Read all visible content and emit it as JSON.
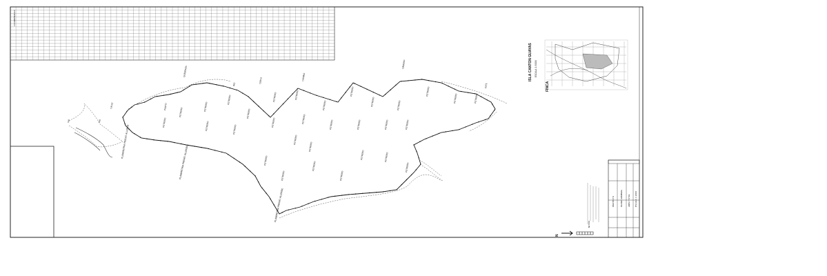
{
  "drawing": {
    "table_header": "COORDENADAS",
    "north_mark": "N",
    "parcel_labels": [
      "PUNTO",
      "POTRERO",
      "POTRERO",
      "POTRERO",
      "POTRERO",
      "POTRERO",
      "POTRERO",
      "POTRERO",
      "POTRERO",
      "POTRERO",
      "POTRERO",
      "POTRERO",
      "POTRERO",
      "POTRERO",
      "POTRERO",
      "POTRERO",
      "POTRERO",
      "POTRERO",
      "POTRERO",
      "POTRERO",
      "POTRERO",
      "POTRERO",
      "POTRERO"
    ],
    "river_labels": [
      "VIA",
      "CALLE",
      "QUEBRADA",
      "RIO",
      "CERCA",
      "CAMINO",
      "LINDERO",
      "ESTE",
      "VIA"
    ],
    "boundary_note_1": "PLANIMETRIA PREDIO ALLENDE",
    "boundary_note_2": "PLANIMETRIA PREDIO ALLENDE",
    "inset": {
      "title_1": "ISLA CANTON GUAYAS",
      "title_2": "ESCALA 1:5000",
      "title_3": "FINCA"
    },
    "title_block": {
      "title": "PROYECTO",
      "subtitle": "PLANO GENERAL",
      "area_label": "AREA TOTAL",
      "scale": "ESCALA 1:2000",
      "notes_label": "NOTAS"
    }
  }
}
